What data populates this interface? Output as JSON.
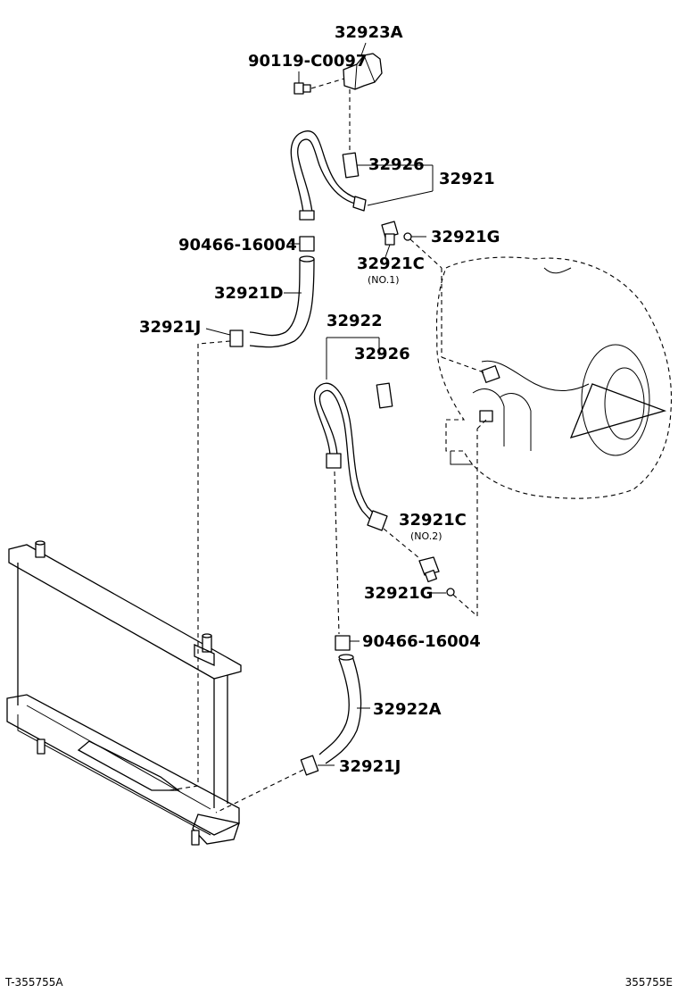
{
  "labels": {
    "p32923A": "32923A",
    "p90119": "90119-C0097",
    "p32926_top": "32926",
    "p32921": "32921",
    "p32921G_top": "32921G",
    "p90466_top": "90466-16004",
    "p32921C_top": "32921C",
    "no1": "(NO.1)",
    "p32921D": "32921D",
    "p32921J_top": "32921J",
    "p32922": "32922",
    "p32926_mid": "32926",
    "p32921C_bot": "32921C",
    "no2": "(NO.2)",
    "p32921G_bot": "32921G",
    "p90466_bot": "90466-16004",
    "p32922A": "32922A",
    "p32921J_bot": "32921J"
  },
  "footer": {
    "left": "T-355755A",
    "right": "355755E"
  }
}
